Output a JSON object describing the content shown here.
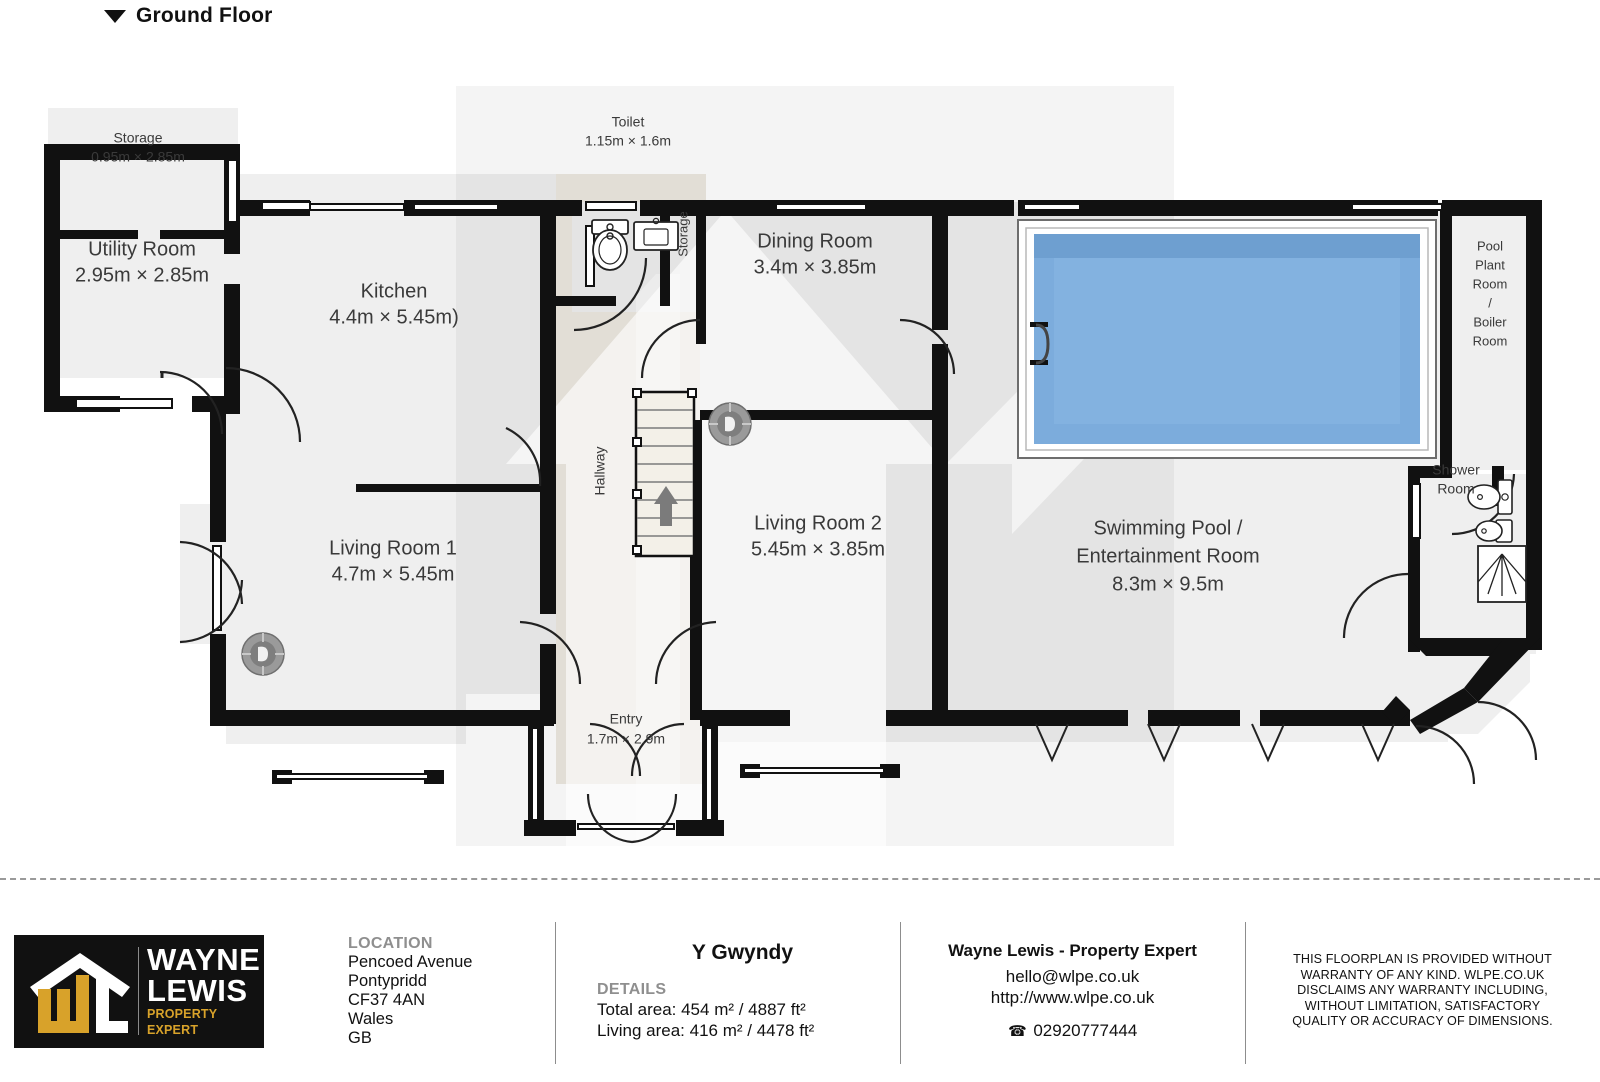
{
  "header": {
    "caret_icon": "triangle-down-icon",
    "title": "Ground Floor"
  },
  "plan": {
    "rooms": [
      {
        "id": "storage-top",
        "name": "Storage",
        "dim": "0.95m × 2.85m"
      },
      {
        "id": "utility-room",
        "name": "Utility Room",
        "dim": "2.95m × 2.85m"
      },
      {
        "id": "kitchen",
        "name": "Kitchen",
        "dim": "4.4m × 5.45m)"
      },
      {
        "id": "toilet",
        "name": "Toilet",
        "dim": "1.15m × 1.6m"
      },
      {
        "id": "storage-mid",
        "name": "Storage",
        "dim": ""
      },
      {
        "id": "dining-room",
        "name": "Dining Room",
        "dim": "3.4m × 3.85m"
      },
      {
        "id": "hallway",
        "name": "Hallway",
        "dim": ""
      },
      {
        "id": "living-room-1",
        "name": "Living Room 1",
        "dim": "4.7m × 5.45m"
      },
      {
        "id": "living-room-2",
        "name": "Living Room 2",
        "dim": "5.45m × 3.85m"
      },
      {
        "id": "entry",
        "name": "Entry",
        "dim": "1.7m × 2.9m"
      },
      {
        "id": "swimming-pool",
        "name": "Swimming Pool / Entertainment Room",
        "dim": "8.3m × 9.5m"
      },
      {
        "id": "pool-plant",
        "name": "Pool Plant Room / Boiler Room",
        "dim": ""
      },
      {
        "id": "shower-room",
        "name": "Shower Room",
        "dim": ""
      }
    ],
    "labels": {
      "storage_top_name": "Storage",
      "storage_top_dim": "0.95m × 2.85m",
      "utility_name": "Utility Room",
      "utility_dim": "2.95m × 2.85m",
      "kitchen_name": "Kitchen",
      "kitchen_dim": "4.4m × 5.45m)",
      "toilet_name": "Toilet",
      "toilet_dim": "1.15m × 1.6m",
      "storage_mid_name": "Storage",
      "dining_name": "Dining Room",
      "dining_dim": "3.4m × 3.85m",
      "hallway_name": "Hallway",
      "lr1_name": "Living Room 1",
      "lr1_dim": "4.7m × 5.45m",
      "lr2_name": "Living Room 2",
      "lr2_dim": "5.45m × 3.85m",
      "entry_name": "Entry",
      "entry_dim": "1.7m × 2.9m",
      "pool_name_1": "Swimming Pool /",
      "pool_name_2": "Entertainment Room",
      "pool_dim": "8.3m × 9.5m",
      "plant_l1": "Pool",
      "plant_l2": "Plant",
      "plant_l3": "Room",
      "plant_l4": "/",
      "plant_l5": "Boiler",
      "plant_l6": "Room",
      "shower_l1": "Shower",
      "shower_l2": "Room"
    },
    "colors": {
      "wall": "#111111",
      "floor_light": "#EFEFEF",
      "floor_shade": "#D9D9D9",
      "hall_floor": "#EDE9E0",
      "pool_water": "#7CACDC",
      "pool_water_deep": "#6A9DCF",
      "watermark": "#FFFFFF",
      "label_text": "#3A3A3A"
    },
    "icons": {
      "stairs_up": "arrow-up-icon",
      "fireplace": "fireplace-icon",
      "toilet_fixture": "toilet-icon",
      "sink_fixture": "sink-icon",
      "shower_fixture": "shower-icon",
      "pool_ladder": "pool-ladder-icon"
    }
  },
  "footer": {
    "logo": {
      "word1": "WAYNE",
      "word2": "LEWIS",
      "word3": "PROPERTY EXPERT",
      "mark_icon": "house-wl-logo-icon",
      "accent": "#D8A22A"
    },
    "location": {
      "heading": "LOCATION",
      "lines": [
        "Pencoed Avenue",
        "Pontypridd",
        "CF37 4AN",
        "Wales",
        "GB"
      ]
    },
    "details": {
      "property_title": "Y Gwyndy",
      "heading": "DETAILS",
      "total_area": "Total area: 454 m² / 4887 ft²",
      "living_area": "Living area: 416 m² / 4478 ft²"
    },
    "contact": {
      "name": "Wayne Lewis - Property Expert",
      "email": "hello@wlpe.co.uk",
      "website": "http://www.wlpe.co.uk",
      "phone": "02920777444",
      "phone_icon": "phone-icon"
    },
    "disclaimer": {
      "lines": [
        "THIS FLOORPLAN IS PROVIDED WITHOUT",
        "WARRANTY OF ANY KIND. WLPE.CO.UK",
        "DISCLAIMS ANY WARRANTY INCLUDING,",
        "WITHOUT LIMITATION, SATISFACTORY",
        "QUALITY OR ACCURACY OF DIMENSIONS."
      ]
    }
  }
}
